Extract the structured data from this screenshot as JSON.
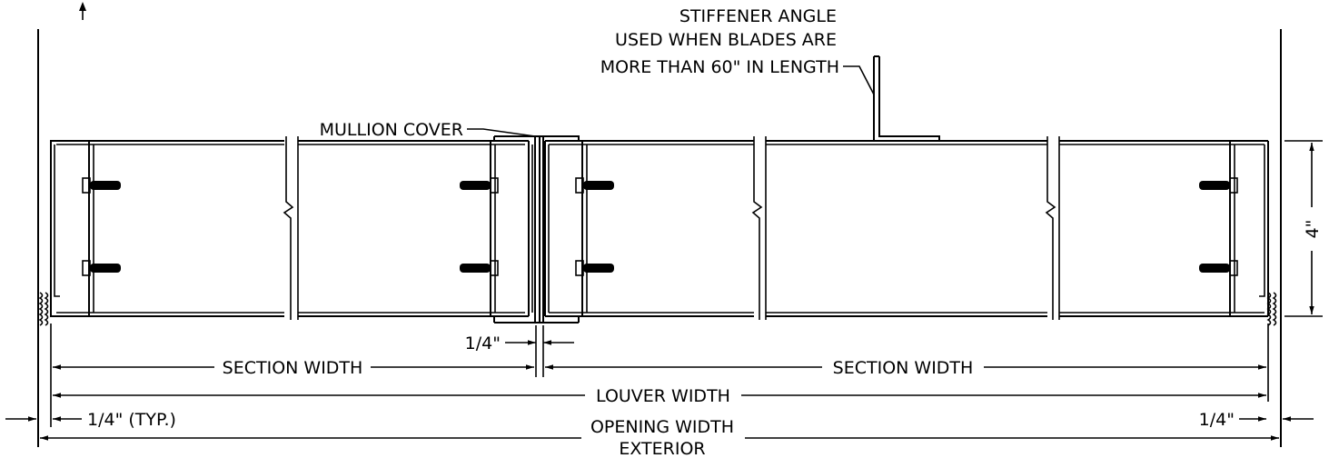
{
  "labels": {
    "stiffener_line1": "STIFFENER ANGLE",
    "stiffener_line2": "USED WHEN BLADES ARE",
    "stiffener_line3": "MORE THAN 60\" IN LENGTH",
    "mullion_cover": "MULLION COVER",
    "gap_quarter_center": "1/4\"",
    "section_width_left": "SECTION WIDTH",
    "section_width_right": "SECTION WIDTH",
    "louver_width": "LOUVER WIDTH",
    "quarter_typ": "1/4\" (TYP.)",
    "opening_width": "OPENING WIDTH",
    "exterior": "EXTERIOR",
    "quarter_right": "1/4\"",
    "height_dim": "4\""
  },
  "colors": {
    "line": "#000000",
    "background": "#ffffff"
  }
}
